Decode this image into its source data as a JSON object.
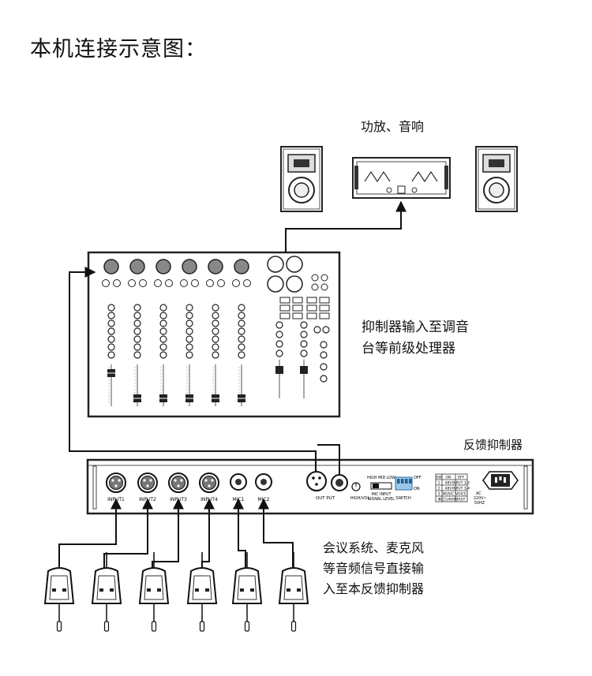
{
  "title": "本机连接示意图：",
  "amp_caption": "功放、音响",
  "mixer_caption": [
    "抑制器输入至调音",
    "台等前级处理器"
  ],
  "suppressor_caption": "反馈抑制器",
  "mic_caption": [
    "会议系统、麦克风",
    "等音频信号直接输",
    "入至本反馈抑制器"
  ],
  "suppressor_panel": {
    "inputs": [
      "INPUT1",
      "INPUT2",
      "INPUT3",
      "INPUT4"
    ],
    "mics": [
      "MIC1",
      "MIC2"
    ],
    "output": "OUT PUT",
    "vol_labels": [
      "HIGH/VOL"
    ],
    "level_top": "HIGH MID LOW",
    "level_bottom": [
      "MIC INPUT",
      "SIGNAL LEVEL"
    ],
    "switch_label": "SWITCH",
    "switch_states": [
      "OFF",
      "ON"
    ],
    "table_header": [
      "SW",
      "ON",
      "OFF"
    ],
    "table_rows": [
      [
        "1",
        "48V",
        "INPUT 1-2"
      ],
      [
        "2",
        "48V",
        "INPUT 3-4"
      ],
      [
        "3",
        "MUSIC",
        "VOICE"
      ],
      [
        "4",
        "ACCURATE",
        "FAST"
      ]
    ],
    "power": [
      "AC",
      "220V~",
      "50HZ"
    ]
  }
}
